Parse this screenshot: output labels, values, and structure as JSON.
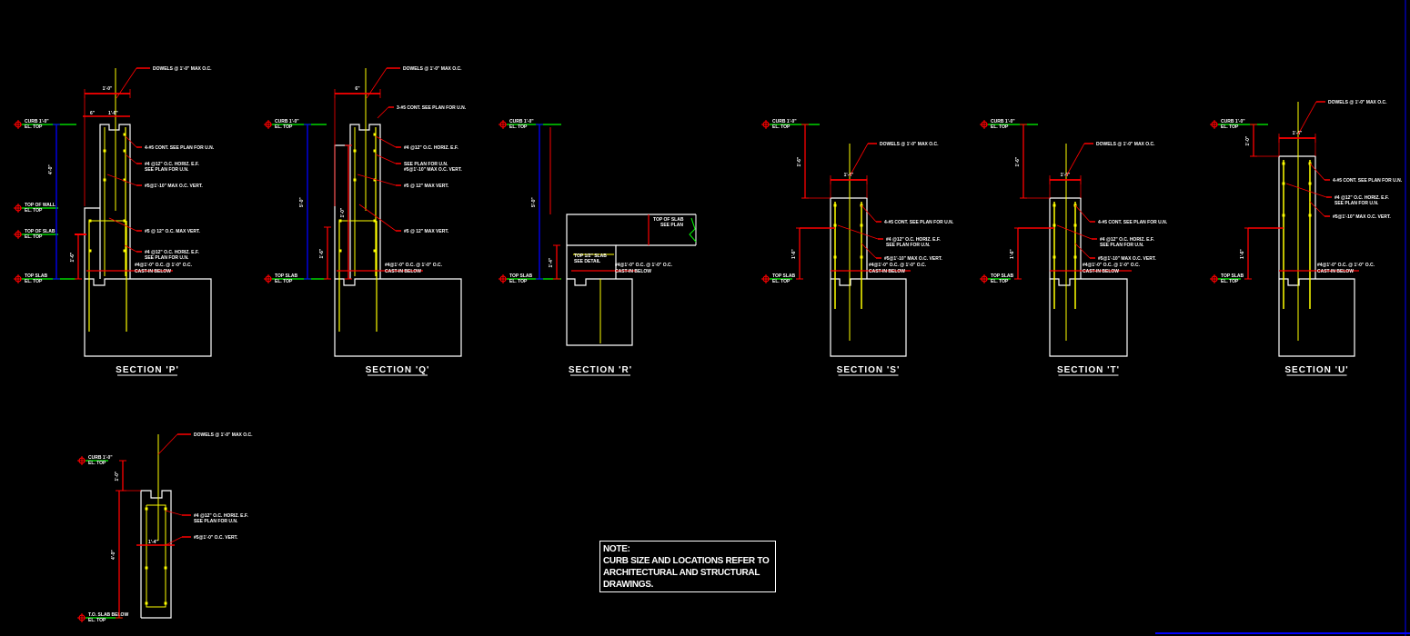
{
  "colors": {
    "background": "#000000",
    "outline": "#ffffff",
    "rebar": "#ffff00",
    "leader": "#ff0000",
    "level": "#00ff00",
    "dimension_blue": "#0000ff"
  },
  "sections": [
    {
      "id": "P",
      "title": "SECTION 'P'",
      "dowel": "DOWELS @ 1'-0\" MAX O.C.",
      "top_dim": "1'-0\"",
      "sub_dims": [
        "6\"",
        "1'-6\""
      ],
      "callouts": [
        "4-#5 CONT. SEE PLAN FOR U.N.",
        "#4 @12\" O.C. HORIZ. E.F.",
        "SEE PLAN FOR U.N.",
        "#5@1'-10\" MAX O.C. VERT.",
        "#5 @ 12\" O.C. MAX VERT.",
        "#4 @12\" O.C. HORIZ. E.F.",
        "SEE PLAN FOR U.N."
      ],
      "bottom": [
        "#4@1'-0\" O.C. @ 1'-0\" O.C.",
        "CAST-IN BELOW"
      ],
      "levels": [
        [
          "CURB 1'-0\"",
          "EL. TOP"
        ],
        [
          "TOP OF WALL",
          "EL. TOP"
        ],
        [
          "TOP OF SLAB",
          "EL. TOP"
        ],
        [
          "TOP SLAB",
          "EL. TOP"
        ]
      ],
      "vdims": [
        "4'-0\"",
        "1'-6\""
      ]
    },
    {
      "id": "Q",
      "title": "SECTION 'Q'",
      "dowel": "DOWELS @ 1'-0\" MAX O.C.",
      "top_dim": "6\"",
      "extra": "3-#5 CONT. SEE PLAN FOR U.N.",
      "callouts": [
        "#4 @12\" O.C. HORIZ. E.F.",
        "SEE PLAN FOR U.N.",
        "#5@1'-10\" MAX O.C. VERT.",
        "#5 @ 12\" MAX VERT."
      ],
      "bottom": [
        "#4@1'-0\" O.C. @ 1'-0\" O.C.",
        "CAST-IN BELOW"
      ],
      "levels": [
        [
          "CURB 1'-0\"",
          "EL. TOP"
        ],
        [
          "TOP SLAB",
          "EL. TOP"
        ]
      ],
      "vdims": [
        "5'-0\"",
        "1'-6\"",
        "1'-0\""
      ]
    },
    {
      "id": "R",
      "title": "SECTION 'R'",
      "slab_note": [
        "TOP OF SLAB",
        "SEE PLAN"
      ],
      "inner_note": [
        "TOP 1/2\" SLAB",
        "SEE DETAIL"
      ],
      "bottom": [
        "#4@1'-0\" O.C. @ 1'-0\" O.C.",
        "CAST-IN BELOW"
      ],
      "levels": [
        [
          "CURB 1'-0\"",
          "EL. TOP"
        ],
        [
          "TOP SLAB",
          "EL. TOP"
        ]
      ],
      "vdims": [
        "5'-0\"",
        "1'-4\""
      ]
    },
    {
      "id": "S",
      "title": "SECTION 'S'",
      "dowel": "DOWELS @ 1'-0\" MAX O.C.",
      "top_dim": "1'-4\"",
      "callouts": [
        "4-#5 CONT. SEE PLAN FOR U.N.",
        "#4 @12\" O.C. HORIZ. E.F.",
        "SEE PLAN FOR U.N.",
        "#5@1'-10\" MAX O.C. VERT."
      ],
      "bottom": [
        "#4@1'-0\" O.C. @ 1'-0\" O.C.",
        "CAST-IN BELOW"
      ],
      "levels": [
        [
          "CURB 1'-0\"",
          "EL. TOP"
        ],
        [
          "TOP SLAB",
          "EL. TOP"
        ]
      ],
      "vdims": [
        "1'-6\"",
        "1'-6\""
      ]
    },
    {
      "id": "T",
      "title": "SECTION 'T'",
      "dowel": "DOWELS @ 1'-0\" MAX O.C.",
      "top_dim": "1'-0\"",
      "callouts": [
        "4-#5 CONT. SEE PLAN FOR U.N.",
        "#4 @12\" O.C. HORIZ. E.F.",
        "SEE PLAN FOR U.N.",
        "#5@1'-10\" MAX O.C. VERT."
      ],
      "bottom": [
        "#4@1'-0\" O.C. @ 1'-0\" O.C.",
        "CAST-IN BELOW"
      ],
      "levels": [
        [
          "CURB 1'-0\"",
          "EL. TOP"
        ],
        [
          "TOP SLAB",
          "EL. TOP"
        ]
      ],
      "vdims": [
        "1'-6\"",
        "1'-6\""
      ]
    },
    {
      "id": "U",
      "title": "SECTION 'U'",
      "dowel": "DOWELS @ 1'-0\" MAX O.C.",
      "top_dim": "1'-4\"",
      "callouts": [
        "4-#5 CONT. SEE PLAN FOR U.N.",
        "#4 @12\" O.C. HORIZ. E.F.",
        "SEE PLAN FOR U.N.",
        "#5@1'-10\" MAX O.C. VERT."
      ],
      "bottom": [
        "#4@1'-0\" O.C. @ 1'-0\" O.C.",
        "CAST-IN BELOW"
      ],
      "levels": [
        [
          "CURB 1'-0\"",
          "EL. TOP"
        ],
        [
          "TOP SLAB",
          "EL. TOP"
        ]
      ],
      "vdims": [
        "1'-0\"",
        "1'-6\""
      ]
    },
    {
      "id": "V",
      "dowel": "DOWELS @ 1'-0\" MAX O.C.",
      "top_dim": "1'-4\"",
      "callouts": [
        "#4 @12\" O.C. HORIZ. E.F.",
        "SEE PLAN FOR U.N.",
        "#5@1'-0\" O.C. VERT."
      ],
      "levels": [
        [
          "CURB 1'-0\"",
          "EL. TOP"
        ],
        [
          "T.O. SLAB BELOW",
          "EL. TOP"
        ]
      ],
      "vdims": [
        "1'-0\"",
        "4'-0\""
      ]
    }
  ],
  "note": {
    "heading": "NOTE:",
    "lines": [
      "CURB SIZE AND LOCATIONS REFER TO",
      "ARCHITECTURAL AND STRUCTURAL",
      "DRAWINGS."
    ]
  }
}
